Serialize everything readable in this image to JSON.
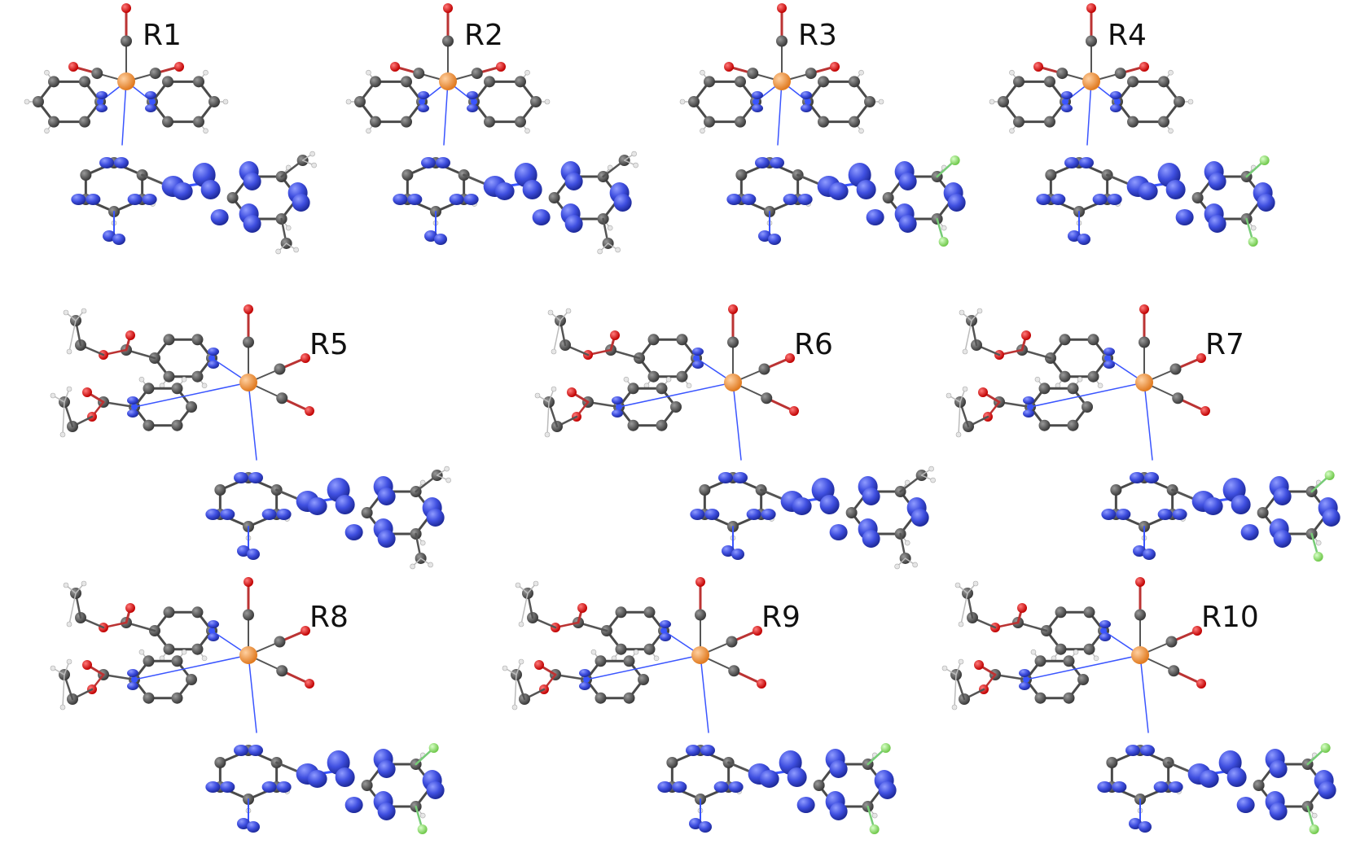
{
  "colors": {
    "carbon": "#4a4a4a",
    "hydrogen": "#e6e6e6",
    "nitrogen": "#3a55ff",
    "oxygen": "#e01818",
    "metal": "#f39a4a",
    "fluorine": "#9be07a",
    "orbital_lobe": "#3f4fe0",
    "label": "#111111"
  },
  "panels": [
    {
      "label": "R1",
      "type": "bpy",
      "substituent": "methyl"
    },
    {
      "label": "R2",
      "type": "bpy",
      "substituent": "methyl"
    },
    {
      "label": "R3",
      "type": "bpy",
      "substituent": "fluoro"
    },
    {
      "label": "R4",
      "type": "bpy",
      "substituent": "fluoro"
    },
    {
      "label": "R5",
      "type": "ester",
      "substituent": "methyl"
    },
    {
      "label": "R6",
      "type": "ester",
      "substituent": "methyl"
    },
    {
      "label": "R7",
      "type": "ester",
      "substituent": "fluoro"
    },
    {
      "label": "R8",
      "type": "ester",
      "substituent": "fluoro"
    },
    {
      "label": "R9",
      "type": "ester",
      "substituent": "fluoro"
    },
    {
      "label": "R10",
      "type": "ester",
      "substituent": "fluoro"
    }
  ]
}
